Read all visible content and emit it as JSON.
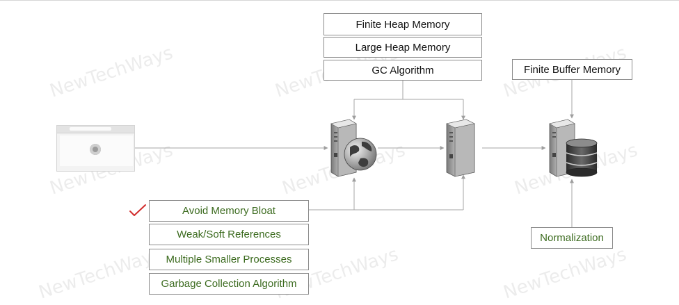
{
  "diagram": {
    "top_boxes": [
      "Finite Heap Memory",
      "Large Heap Memory",
      "GC Algorithm"
    ],
    "buffer_box": "Finite Buffer Memory",
    "bottom_boxes": [
      "Avoid Memory Bloat",
      "Weak/Soft References",
      "Multiple Smaller Processes",
      "Garbage Collection Algorithm"
    ],
    "normalization_box": "Normalization",
    "bottom_checked": "Avoid Memory Bloat"
  },
  "icons": [
    "browser-window-icon",
    "web-server-icon",
    "server-icon",
    "database-server-icon",
    "checkmark-icon"
  ],
  "colors": {
    "green_text": "#3c6b1f",
    "box_border": "#8a8a8a",
    "arrow": "#9e9e9e",
    "check": "#d12b2b"
  },
  "watermark": "NewTechWays"
}
